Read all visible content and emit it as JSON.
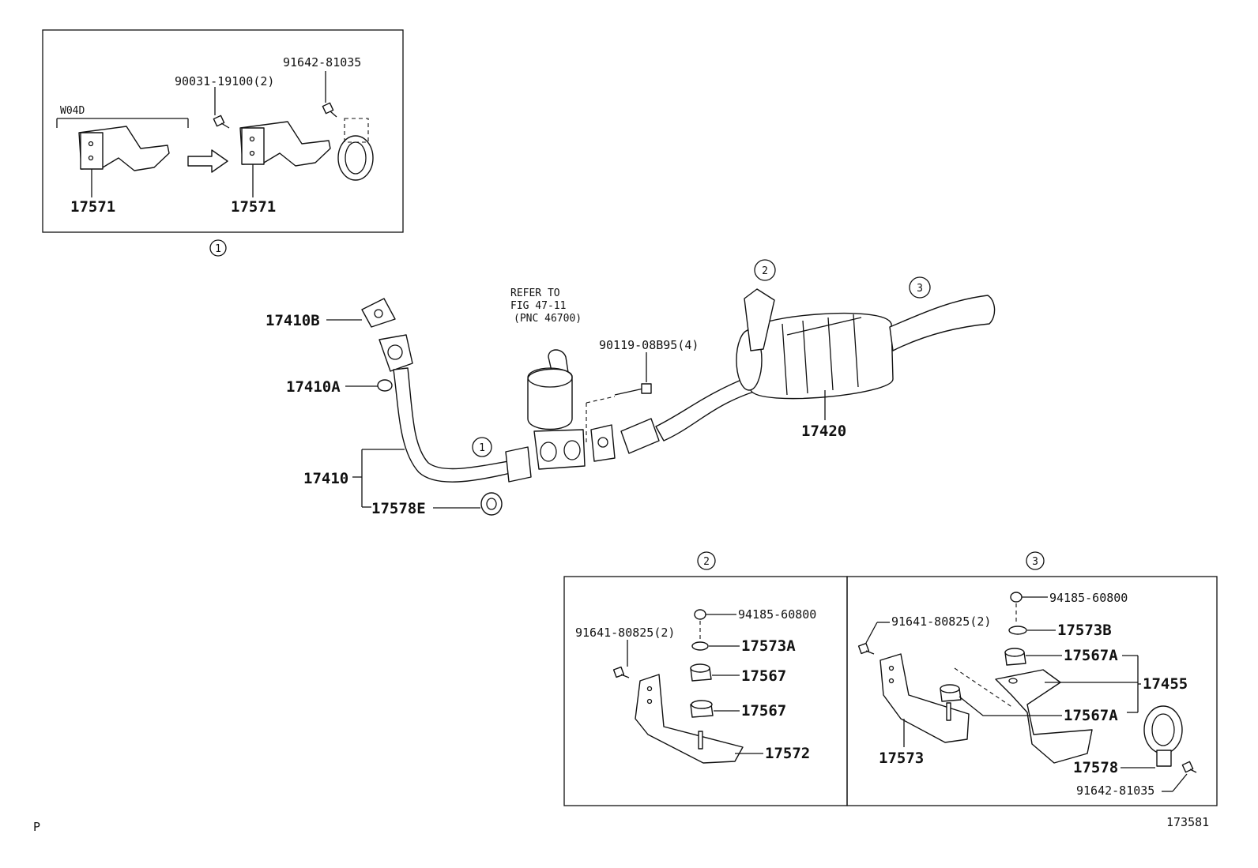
{
  "page_code": "P",
  "figure_number": "173581",
  "inset1": {
    "marker": "1",
    "variant_label": "W04D",
    "parts": {
      "bracket_left": "17571",
      "bracket_right": "17571",
      "bolt": "90031-19100(2)",
      "clamp_bolt": "91642-81035"
    }
  },
  "main": {
    "callouts": {
      "c1": "1",
      "c2": "2",
      "c3": "3"
    },
    "refer_note": [
      "REFER TO",
      "FIG 47-11",
      "(PNC 46700)"
    ],
    "parts": {
      "gasket_b": "17410B",
      "nut_a": "17410A",
      "front_pipe": "17410",
      "clamp_e": "17578E",
      "bolts": "90119-08B95(4)",
      "tail_pipe": "17420"
    }
  },
  "inset2": {
    "marker": "2",
    "parts": {
      "nut": "94185-60800",
      "bolt": "91641-80825(2)",
      "cushion_a": "17573A",
      "bushing_upper": "17567",
      "bushing_lower": "17567",
      "bracket": "17572"
    }
  },
  "inset3": {
    "marker": "3",
    "parts": {
      "nut": "94185-60800",
      "bolt": "91641-80825(2)",
      "cushion_b": "17573B",
      "bushing_a_upper": "17567A",
      "bushing_a_lower": "17567A",
      "support": "17455",
      "bracket": "17573",
      "clamp": "17578",
      "clamp_bolt": "91642-81035"
    }
  }
}
